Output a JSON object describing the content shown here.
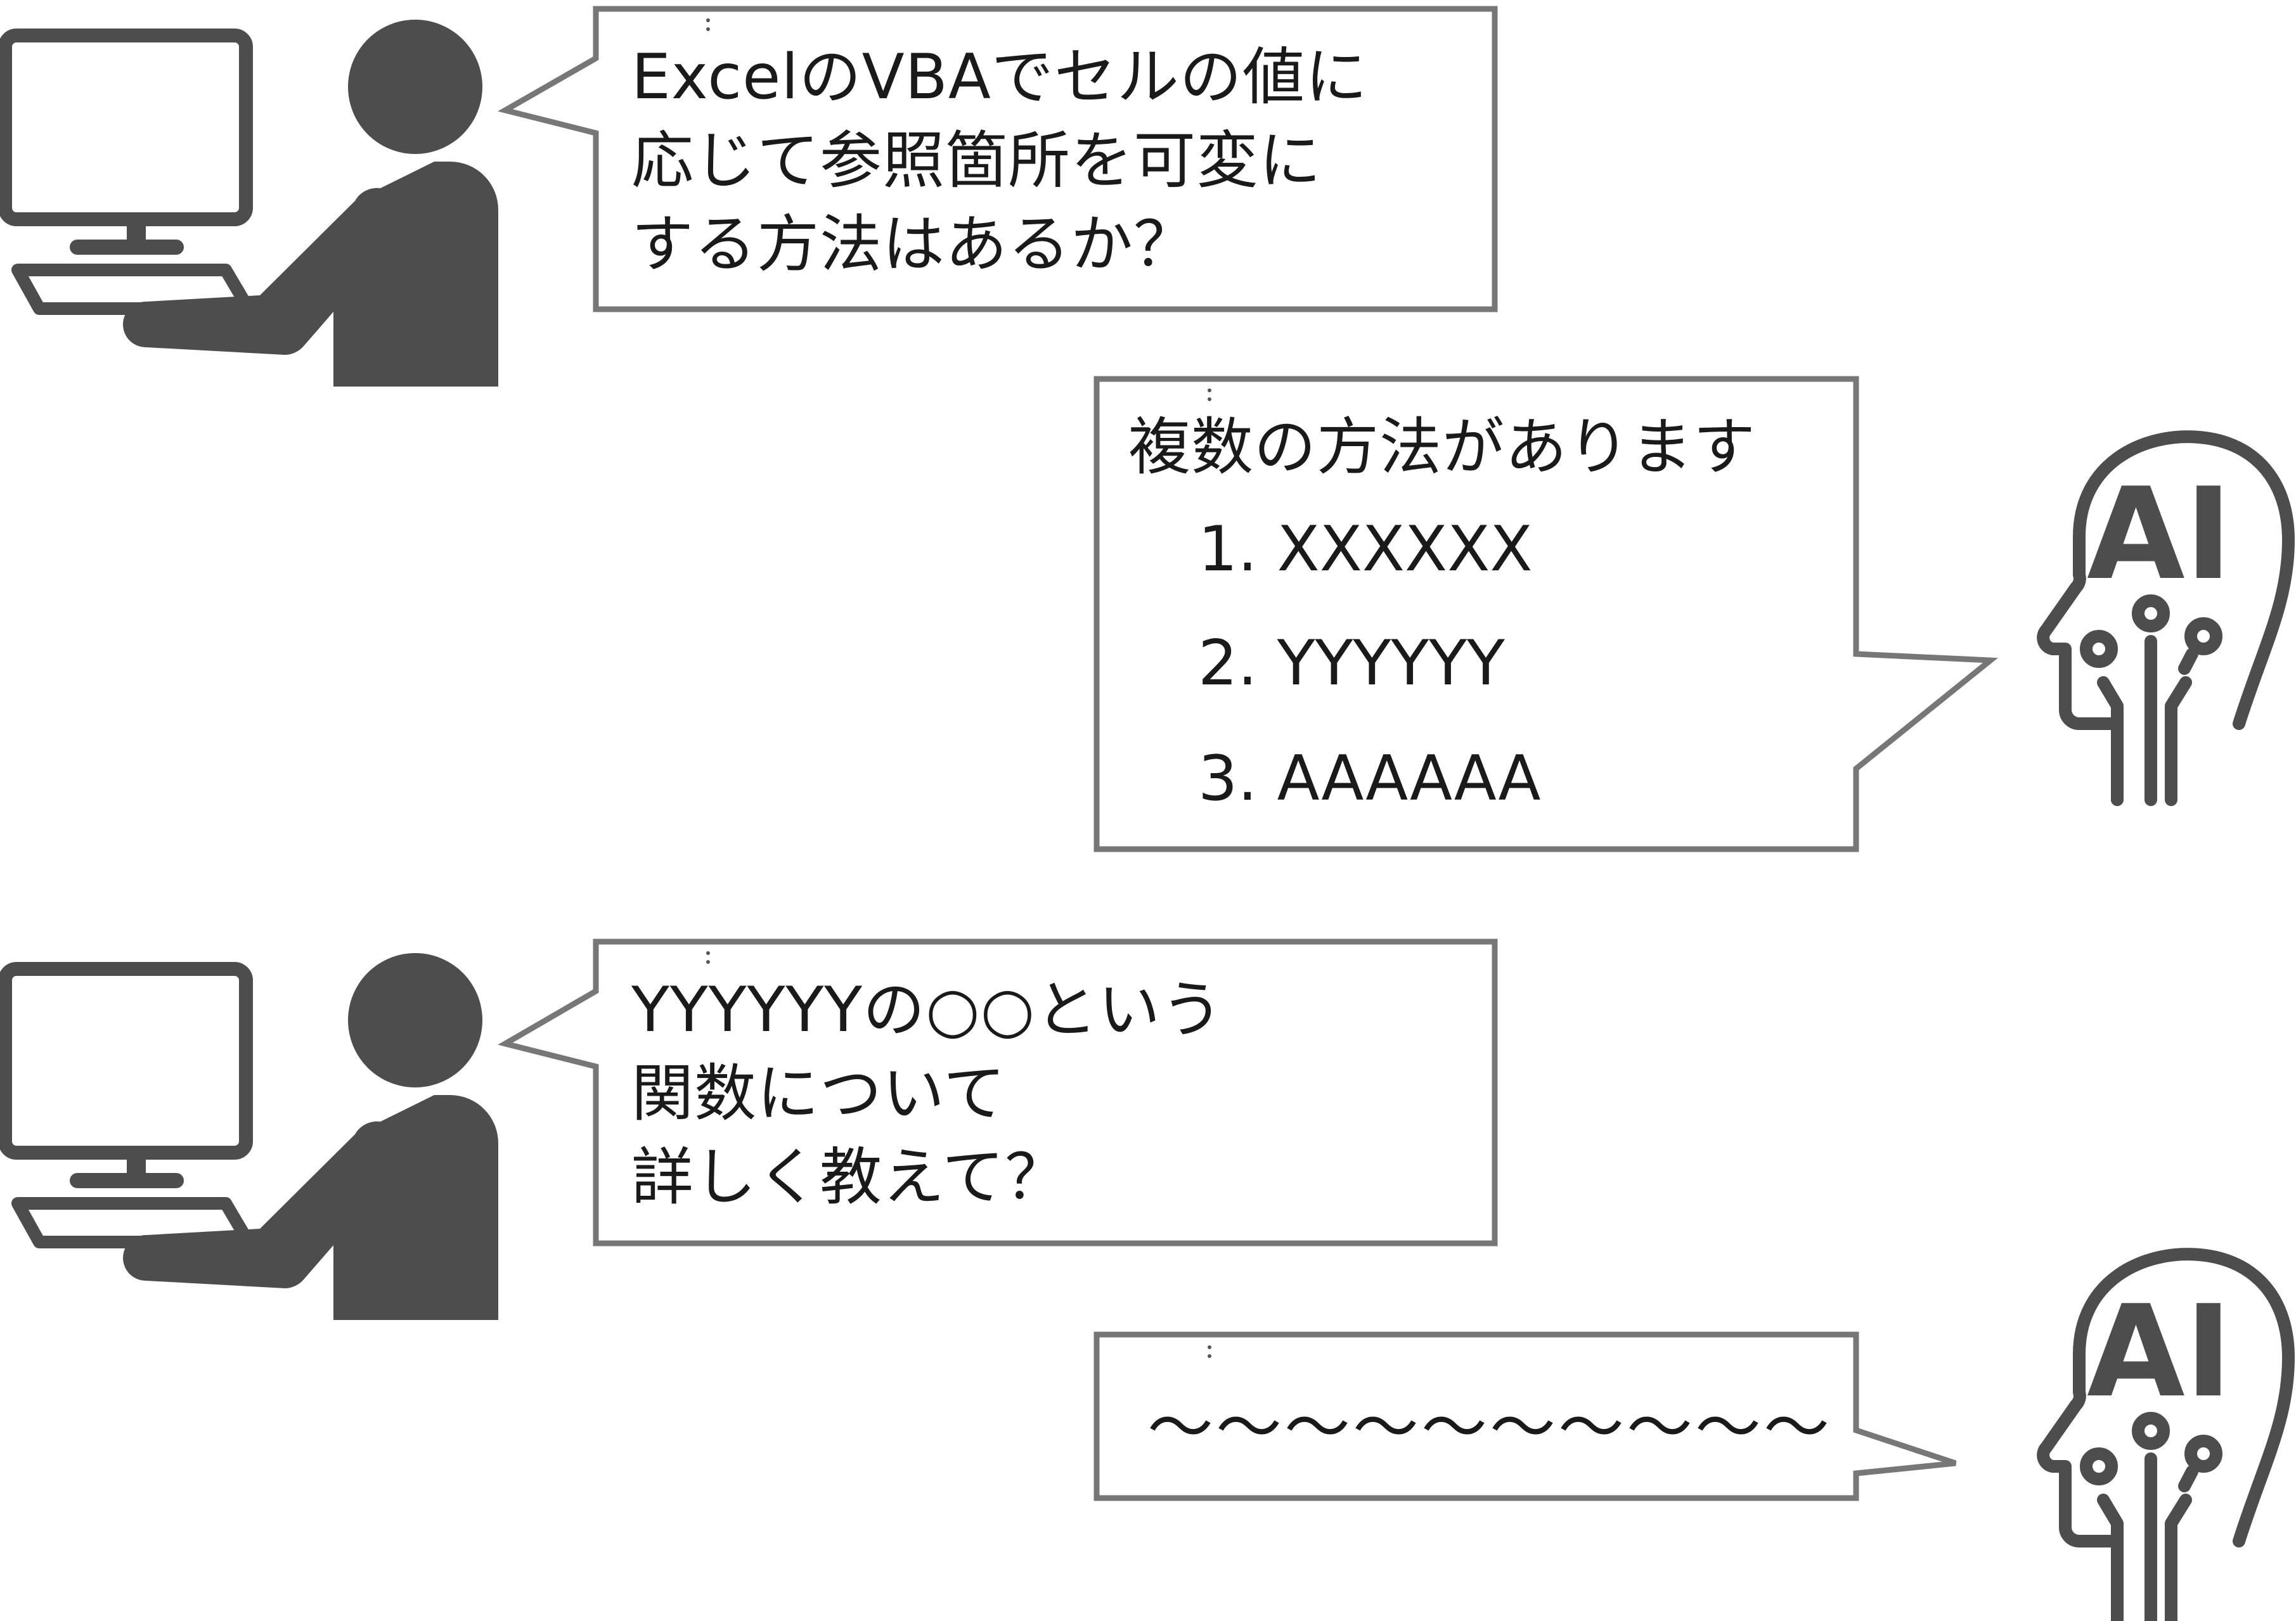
{
  "conversation": {
    "user_message_1": {
      "lines": [
        "ExcelのVBAでセルの値に",
        "応じて参照箇所を可変に",
        "する方法はあるか？"
      ]
    },
    "ai_reply_1": {
      "intro": "複数の方法があります",
      "items": [
        "1. XXXXXX",
        "2. YYYYYY",
        "3. AAAAAA"
      ]
    },
    "user_message_2": {
      "lines": [
        "YYYYYYの○○という",
        "関数について",
        "詳しく教えて？"
      ]
    },
    "ai_reply_2": {
      "text": "〜〜〜〜〜〜〜〜〜〜"
    }
  },
  "icons": {
    "user": "person-at-computer-icon",
    "ai": "ai-head-icon",
    "ai_label": "AI"
  },
  "colors": {
    "icon": "#4d4d4d",
    "bubble_border": "#777777",
    "text": "#1a1a1a"
  }
}
